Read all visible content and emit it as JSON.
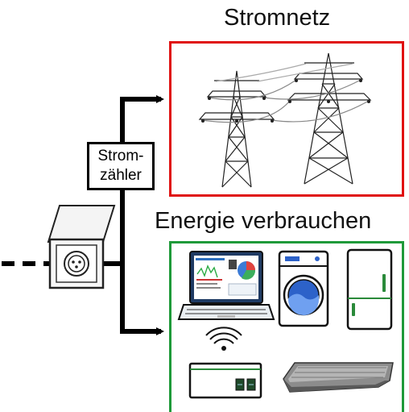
{
  "title_grid": "Stromnetz",
  "title_consume": "Energie verbrauchen",
  "meter": {
    "line1": "Strom-",
    "line2": "zähler"
  },
  "colors": {
    "grid_border": "#e01010",
    "consume_border": "#1f9a3a",
    "arrow": "#000000"
  },
  "icons": [
    "power-pylons-icon",
    "socket-icon",
    "laptop-dashboard-icon",
    "washing-machine-icon",
    "refrigerator-icon",
    "wifi-router-icon",
    "treadmill-icon"
  ]
}
